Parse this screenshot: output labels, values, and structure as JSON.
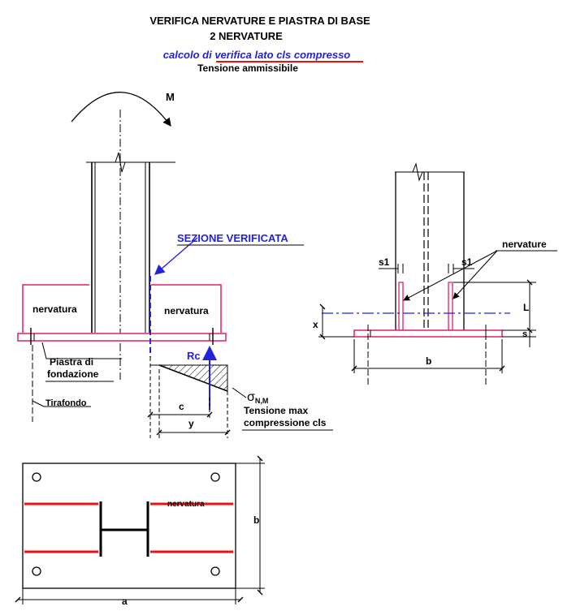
{
  "title": {
    "line1": "VERIFICA NERVATURE E PIASTRA DI BASE",
    "line2": "2 NERVATURE",
    "subtitle_part1": "calcolo di verifica ",
    "subtitle_part2": "lato cls compresso",
    "line4": "Tensione ammissibile"
  },
  "labels": {
    "moment": "M",
    "section": "SEZIONE VERIFICATA",
    "rib_left": "nervatura",
    "rib_right": "nervatura",
    "plate_1": "Piastra di",
    "plate_2": "fondazione",
    "anchor": "Tirafondo",
    "rc": "Rc",
    "sigma": "σ",
    "sigma_sub": "N,M",
    "stress_1": "Tensione max",
    "stress_2": "compressione cls",
    "dim_c": "c",
    "dim_y": "y",
    "ribs_plural": "nervature",
    "s1_left": "s1",
    "s1_right": "s1",
    "dim_L": "L",
    "dim_x": "x",
    "dim_s": "s",
    "dim_b_side": "b",
    "plan_rib": "nervatura",
    "dim_b_plan": "b",
    "dim_a_plan": "a"
  },
  "colors": {
    "magenta": "#e0206a",
    "blue": "#2222dd",
    "red": "#ee1111",
    "black": "#000000"
  }
}
